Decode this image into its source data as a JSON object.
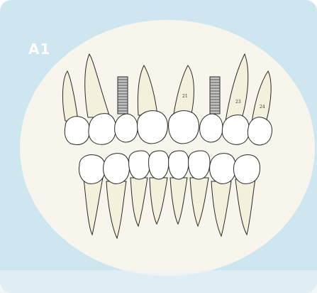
{
  "panel": {
    "badge": "A1"
  },
  "colors": {
    "background": "#cde6f0",
    "circle": "#f7f5ec",
    "root": "#f3f1dc",
    "crown": "#ffffff",
    "outline": "#2a2a2a",
    "implant": "#a8a8a8"
  },
  "teeth": {
    "upper_labels": [
      "21",
      "23",
      "24"
    ]
  }
}
